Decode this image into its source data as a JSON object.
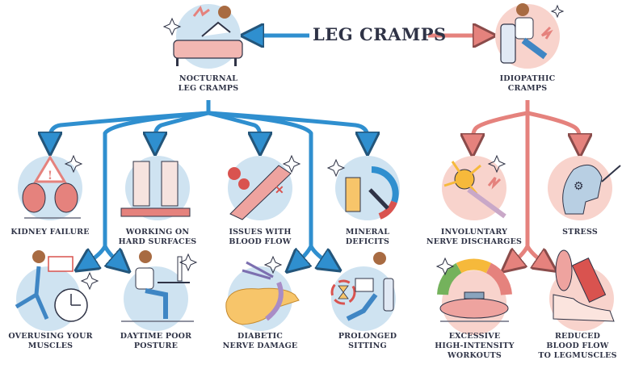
{
  "title": "LEG CRAMPS",
  "colors": {
    "blue_arrow": "#2f8fcf",
    "pink_arrow": "#e5827d",
    "blue_circle": "#cfe3f1",
    "pink_circle": "#f8d3cc",
    "text": "#2f3346"
  },
  "categories": {
    "nocturnal": {
      "label": "NOCTURNAL\nLEG CRAMPS"
    },
    "idiopathic": {
      "label": "IDIOPATHIC\nCRAMPS"
    }
  },
  "causes": {
    "kidney_failure": "KIDNEY FAILURE",
    "hard_surfaces": "WORKING ON\nHARD SURFACES",
    "blood_flow_issues": "ISSUES WITH\nBLOOD FLOW",
    "mineral_deficits": "MINERAL\nDEFICITS",
    "overusing_muscles": "OVERUSING YOUR\nMUSCLES",
    "poor_posture": "DAYTIME POOR\nPOSTURE",
    "diabetic_nerve": "DIABETIC\nNERVE DAMAGE",
    "prolonged_sitting": "PROLONGED\nSITTING",
    "nerve_discharges": "INVOLUNTARY\nNERVE DISCHARGES",
    "stress": "STRESS",
    "high_intensity": "EXCESSIVE\nHIGH-INTENSITY\nWORKOUTS",
    "reduced_blood_flow": "REDUCED\nBLOOD FLOW\nTO LEGMUSCLES"
  }
}
